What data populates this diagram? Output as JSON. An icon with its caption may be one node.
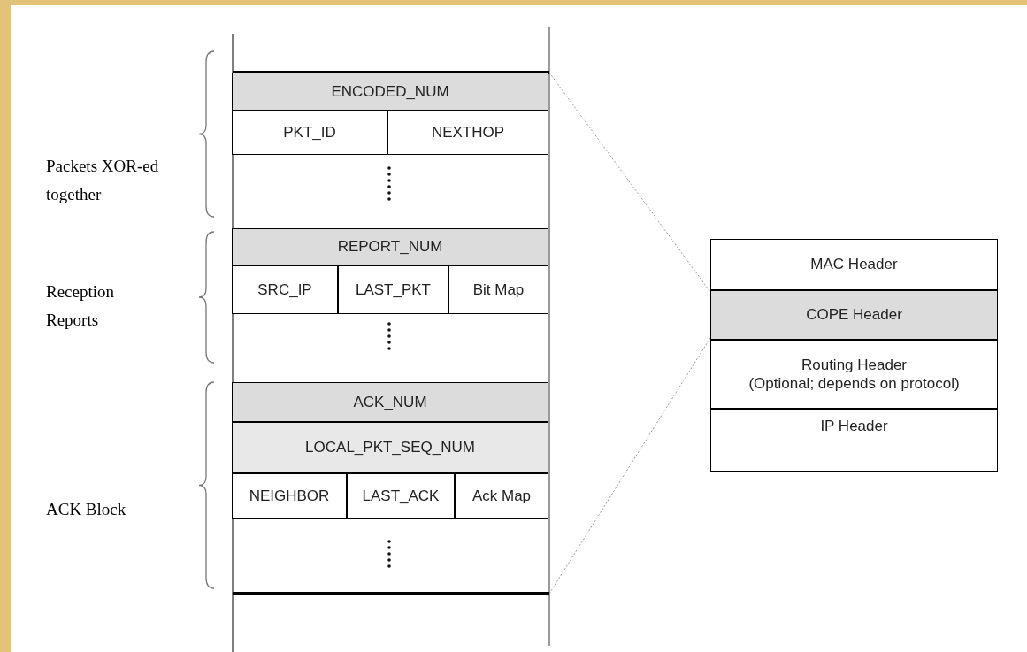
{
  "diagram": {
    "nodes": [
      {
        "text": [],
        "shape": "box"
      },
      {
        "text": [
          "ENCODED_NUM"
        ],
        "in": 0
      },
      {
        "text": [
          "PKT_ID"
        ],
        "in": 0
      },
      {
        "text": [
          "NEXTHOP"
        ],
        "in": 0
      },
      {
        "text": [
          "REPORT_NUM"
        ],
        "in": 0
      },
      {
        "text": [
          "SRC_IP"
        ],
        "in": 0
      },
      {
        "text": [
          "LAST_PKT"
        ],
        "in": 0
      },
      {
        "text": [
          "Bit Map"
        ],
        "in": 0
      },
      {
        "text": [
          "ACK_NUM"
        ],
        "in": 0
      },
      {
        "text": [
          "LOCAL_PKT_SEQ_NUM"
        ],
        "in": 0
      },
      {
        "text": [
          "NEIGHBOR"
        ],
        "in": 0
      },
      {
        "text": [
          "LAST_ACK"
        ],
        "in": 0
      },
      {
        "text": [
          "Ack Map"
        ],
        "in": 0
      },
      {
        "text": [],
        "shape": "box"
      },
      {
        "text": [
          "MAC Header"
        ],
        "in": 13
      },
      {
        "text": [
          "COPE Header"
        ],
        "in": 13
      },
      {
        "text": [
          "Routing Header",
          "(Optional; depends on protocol)"
        ],
        "in": 13
      },
      {
        "text": [
          "IP Header"
        ],
        "in": 13
      }
    ],
    "edges": [
      {
        "from": 0,
        "to": 15,
        "arrow": "none",
        "style": "dashed"
      },
      {
        "from": 0,
        "to": 15,
        "arrow": "none",
        "style": "dashed"
      }
    ],
    "labels": [
      "Packets XOR-ed together",
      "Reception Reports",
      "ACK Block"
    ]
  }
}
